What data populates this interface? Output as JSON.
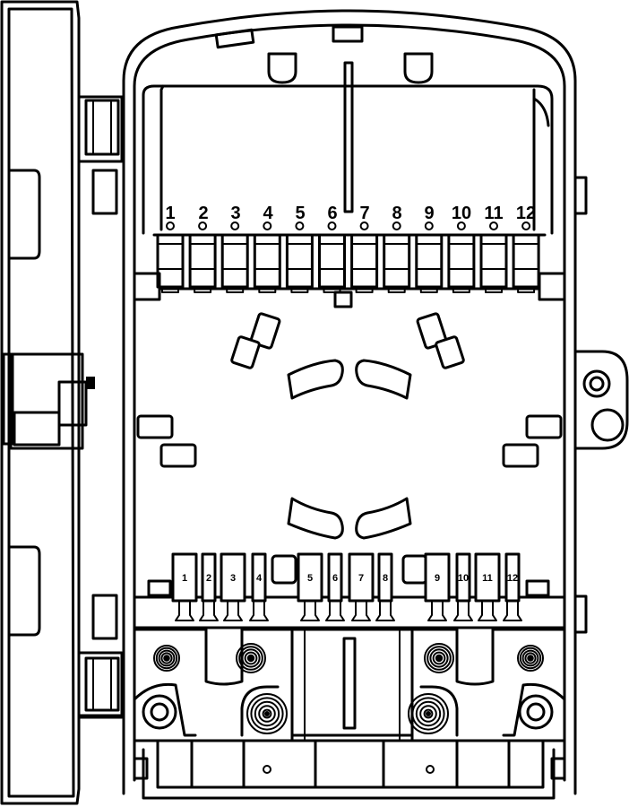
{
  "top_port_labels": [
    "1",
    "2",
    "3",
    "4",
    "5",
    "6",
    "7",
    "8",
    "9",
    "10",
    "11",
    "12"
  ],
  "bottom_port_labels": [
    "1",
    "2",
    "3",
    "4",
    "5",
    "6",
    "7",
    "8",
    "9",
    "10",
    "11",
    "12"
  ]
}
